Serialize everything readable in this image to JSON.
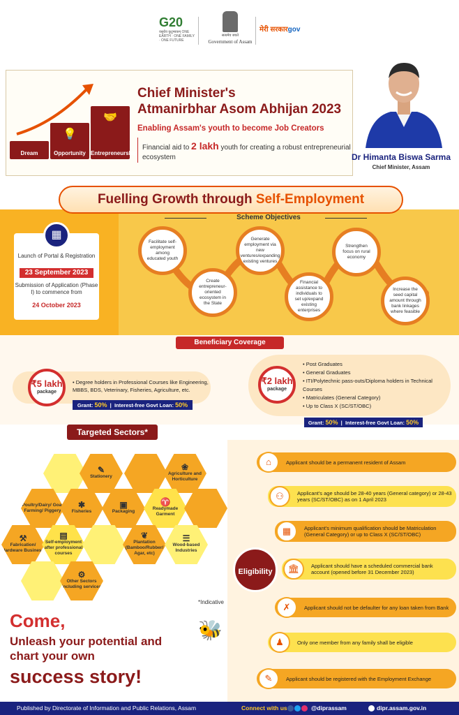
{
  "header": {
    "g20": "G20",
    "g20_sub": "वसुधैव कुटुम्बकम् ONE EARTH · ONE FAMILY · ONE FUTURE",
    "emblem_motto": "सत्यमेव जयते",
    "government": "Government of Assam",
    "mygov_a": "मेरी सरकार",
    "mygov_b": "gov"
  },
  "hero": {
    "bars": [
      "Dream",
      "Opportunity",
      "Entrepreneurship"
    ],
    "title_line1": "Chief Minister's",
    "title_line2": "Atmanirbhar Asom Abhijan 2023",
    "subtitle": "Enabling Assam's youth to become Job Creators",
    "desc_pre": "Financial aid to ",
    "desc_highlight": "2 lakh",
    "desc_post": " youth for creating a robust entrepreneurial ecosystem",
    "cm_name": "Dr Himanta Biswa Sarma",
    "cm_role": "Chief Minister, Assam"
  },
  "fuel": {
    "title_a": "Fuelling Growth through ",
    "title_b": "Self-Employment",
    "launch_label": "Launch of Portal & Registration",
    "launch_date": "23 September 2023",
    "submission_label": "Submission of Application (Phase I) to commence from",
    "submission_date": "24 October 2023",
    "objectives_heading": "Scheme Objectives",
    "objectives": [
      "Facilitate self-employment among educated youth",
      "Create entrepreneur-oriented ecosystem in the State",
      "Generate employment via new ventures/expanding existing ventures",
      "Financial assistance to individuals to set up/expand existing enterprises",
      "Strengthen focus on rural economy",
      "Increase the seed capital amount through bank linkages where feasible"
    ]
  },
  "beneficiary": {
    "heading": "Beneficiary Coverage",
    "pkg5": {
      "amount": "₹5 lakh",
      "label": "package",
      "text": "• Degree holders in Professional Courses like Engineering, MBBS, BDS, Veterinary, Fisheries, Agriculture, etc.",
      "grant_label": "Grant: ",
      "grant_val": "50%",
      "loan_label": "Interest-free Govt Loan: ",
      "loan_val": "50%"
    },
    "pkg2": {
      "amount": "₹2 lakh",
      "label": "package",
      "items": [
        "• Post Graduates",
        "• General Graduates",
        "• ITI/Polytechnic pass-outs/Diploma holders in Technical Courses",
        "• Matriculates (General Category)",
        "• Up to Class X (SC/ST/OBC)"
      ],
      "grant_label": "Grant: ",
      "grant_val": "50%",
      "loan_label": "Interest-free Govt Loan: ",
      "loan_val": "50%"
    }
  },
  "sectors": {
    "heading": "Targeted Sectors*",
    "items": [
      "Stationery",
      "Agriculture and Horticulture",
      "Poultry/Dairy/ Goat Farming/ Piggery",
      "Fisheries",
      "Packaging",
      "Readymade Garment",
      "Fabrication/ Hardware Business",
      "Self-employment after professional courses",
      "Plantation (Bamboo/Rubber/ Agar, etc)",
      "Wood-based Industries",
      "Other Sectors including services"
    ],
    "indicative": "*Indicative"
  },
  "slogan": {
    "line1": "Come,",
    "line2": "Unleash your potential and",
    "line3": "chart your own",
    "line4": "success story!"
  },
  "eligibility": {
    "heading": "Eligibility",
    "items": [
      "Applicant should be a permanent resident of Assam",
      "Applicant's age should be 28-40 years (General category) or 28-43 years (SC/ST/OBC) as on 1 April 2023",
      "Applicant's minimum qualification should be Matriculation (General Category) or up to Class X (SC/ST/OBC)",
      "Applicant should have a scheduled commercial bank account (opened before 31 December 2023)",
      "Applicant should not be defaulter for any loan taken from Bank",
      "Only one member from any family shall be eligible",
      "Applicant should be registered with the Employment Exchange"
    ]
  },
  "footer": {
    "published": "Published by Directorate of Information and Public Relations, Assam",
    "connect": "Connect with us",
    "handle": "@diprassam",
    "site": "dipr.assam.gov.in"
  }
}
